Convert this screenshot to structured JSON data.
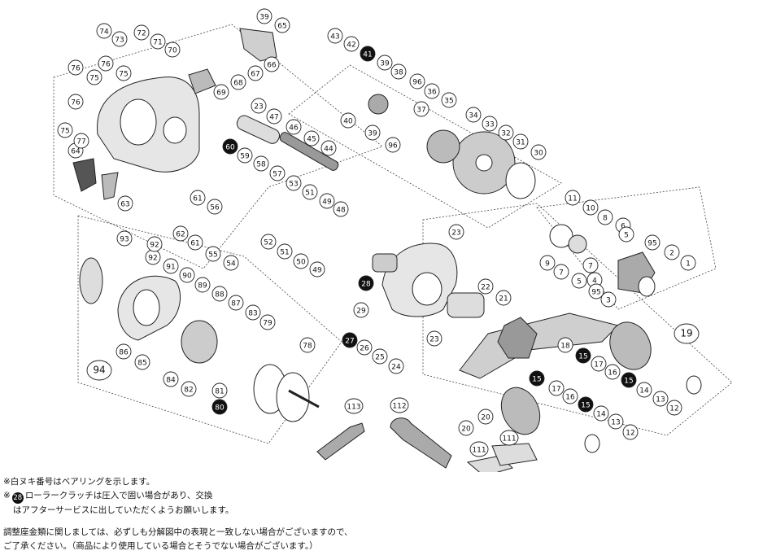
{
  "diagram": {
    "part_numbers": [
      "1",
      "2",
      "3",
      "4",
      "5",
      "6",
      "7",
      "8",
      "9",
      "10",
      "11",
      "12",
      "13",
      "14",
      "15",
      "16",
      "17",
      "18",
      "19",
      "20",
      "21",
      "22",
      "23",
      "24",
      "25",
      "26",
      "27",
      "28",
      "29",
      "30",
      "31",
      "32",
      "33",
      "34",
      "35",
      "36",
      "37",
      "38",
      "39",
      "40",
      "41",
      "42",
      "43",
      "44",
      "45",
      "46",
      "47",
      "48",
      "49",
      "50",
      "51",
      "52",
      "53",
      "54",
      "55",
      "56",
      "57",
      "58",
      "59",
      "60",
      "61",
      "62",
      "63",
      "64",
      "65",
      "66",
      "67",
      "68",
      "69",
      "70",
      "71",
      "72",
      "73",
      "74",
      "75",
      "76",
      "77",
      "78",
      "79",
      "80",
      "81",
      "82",
      "83",
      "84",
      "85",
      "86",
      "87",
      "88",
      "89",
      "90",
      "91",
      "92",
      "93",
      "94",
      "95",
      "96",
      "111",
      "112",
      "113"
    ],
    "bearing_parts": [
      "15",
      "27",
      "28",
      "41",
      "60",
      "80"
    ],
    "assembly_callouts": [
      "19",
      "94"
    ],
    "colors": {
      "line": "#222222",
      "fill_bearing": "#111111",
      "paper": "#ffffff",
      "part_shade": "#d9d9d9"
    }
  },
  "notes": {
    "line1": "※白ヌキ番号はベアリングを示します。",
    "line2_prefix": "※",
    "line2_badge": "28",
    "line2_text": "ローラークラッチは圧入で固い場合があり、交換",
    "line3": "はアフターサービスに出していただくようお願いします。",
    "line4": "調整座金類に関しましては、必ずしも分解図中の表現と一致しない場合がございますので、",
    "line5": "ご了承ください。（商品により使用している場合とそうでない場合がございます。）"
  }
}
